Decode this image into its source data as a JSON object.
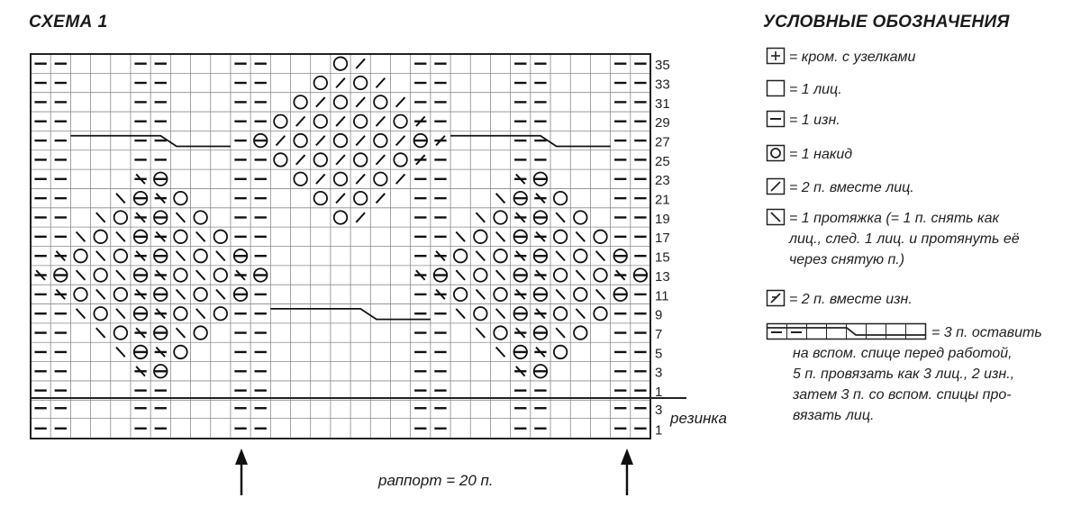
{
  "schema_title": "СХЕМА 1",
  "legend_title": "УСЛОВНЫЕ ОБОЗНАЧЕНИЯ",
  "legend": [
    {
      "icon": "edge-stitch-icon",
      "lines": [
        "= кром. с узелками"
      ]
    },
    {
      "icon": "knit-stitch-icon",
      "lines": [
        "= 1 лиц."
      ]
    },
    {
      "icon": "purl-stitch-icon",
      "lines": [
        "= 1 изн."
      ]
    },
    {
      "icon": "yarn-over-icon",
      "lines": [
        "= 1 накид"
      ]
    },
    {
      "icon": "k2tog-icon",
      "lines": [
        "= 2 п. вместе лиц."
      ]
    },
    {
      "icon": "skp-icon",
      "lines": [
        "= 1 протяжка (= 1 п. снять как",
        "лиц., след. 1 лиц. и протянуть её",
        "через снятую п.)"
      ]
    },
    {
      "icon": "p2tog-icon",
      "lines": [
        "= 2 п. вместе изн."
      ]
    },
    {
      "icon": "cable-icon",
      "lines": [
        "= 3 п. оставить",
        "на вспом. спице перед работой,",
        "5 п. провязать как 3 лиц., 2 изн.,",
        "затем 3 п. со вспом. спицы про-",
        "вязать лиц."
      ]
    }
  ],
  "row_numbers_main": [
    "35",
    "33",
    "31",
    "29",
    "27",
    "25",
    "23",
    "21",
    "19",
    "17",
    "15",
    "13",
    "11",
    "9",
    "7",
    "5",
    "3",
    "1"
  ],
  "row_numbers_rib": [
    "3",
    "1"
  ],
  "rib_label": "резинка",
  "repeat_label": "раппорт = 20 п."
}
